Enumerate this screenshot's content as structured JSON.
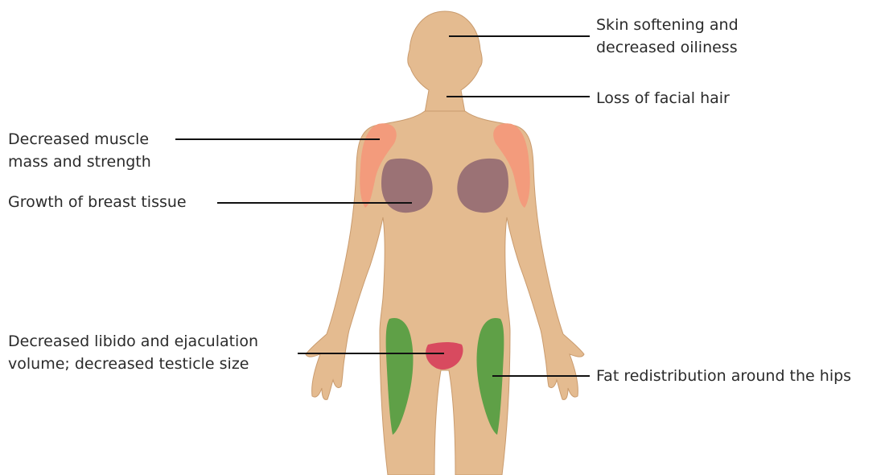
{
  "colors": {
    "background": "#ffffff",
    "skin": "#e4bb90",
    "skin_outline": "#c99b6e",
    "muscle_region": "#f39b7c",
    "breast_region": "#9b7275",
    "hip_region": "#5fa047",
    "genital_region": "#d84a5f",
    "leader_line": "#111111",
    "text": "#2b2b2b"
  },
  "labels": {
    "skin": [
      "Skin softening and",
      "decreased oiliness"
    ],
    "facial_hair": [
      "Loss of facial hair"
    ],
    "muscle": [
      "Decreased muscle",
      "mass and strength"
    ],
    "breast": [
      "Growth of breast tissue"
    ],
    "libido": [
      "Decreased libido and ejaculation",
      "volume; decreased testicle size"
    ],
    "hips": [
      "Fat redistribution around the hips"
    ]
  }
}
